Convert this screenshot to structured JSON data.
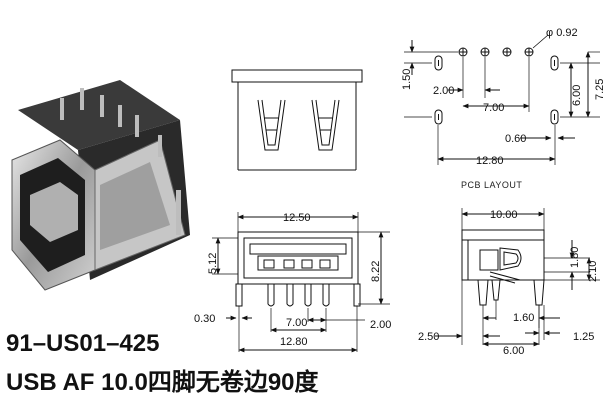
{
  "part_number": "91–US01–425",
  "description": "USB AF 10.0四脚无卷边90度",
  "pcb_layout": {
    "caption": "PCB LAYOUT",
    "hole_dia": "φ 0.92",
    "d_1_50": "1.50",
    "d_2_00": "2.00",
    "d_7_00": "7.00",
    "d_6_00": "6.00",
    "d_7_25": "7.25",
    "d_0_60": "0.60",
    "d_12_80": "12.80"
  },
  "front_view": {
    "d_12_50": "12.50",
    "d_5_12": "5.12",
    "d_8_22": "8.22",
    "d_0_30": "0.30",
    "d_7_00": "7.00",
    "d_2_00": "2.00",
    "d_12_80": "12.80"
  },
  "side_view": {
    "d_10_00": "10.00",
    "d_1_80": "1.80",
    "d_2_10": "2.10",
    "d_1_60": "1.60",
    "d_2_50": "2.50",
    "d_6_00": "6.00",
    "d_1_25": "1.25"
  },
  "colors": {
    "line": "#111111",
    "body_dark": "#3a3a3a",
    "metal": "#b8b8b8"
  }
}
